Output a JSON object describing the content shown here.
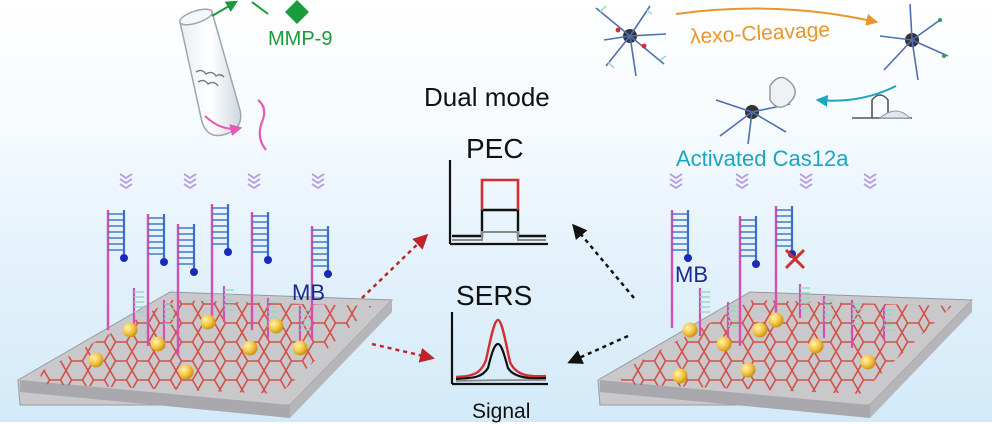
{
  "labels": {
    "mmp": "MMP-9",
    "dual_mode": "Dual mode",
    "cleavage": "λexo-Cleavage",
    "cas": "Activated Cas12a",
    "pec": "PEC",
    "sers": "SERS",
    "signal": "Signal",
    "mb_left": "MB",
    "mb_right": "MB"
  },
  "colors": {
    "substrate_top": "#c9c9cc",
    "graphene": "#d63b2f",
    "gold": "#f5c542",
    "probe_pink": "#d34fb4",
    "probe_blue": "#3a6fc8",
    "probe_mint": "#9ad3c1",
    "mb": "#1a2ab8",
    "pec_red": "#d32f2f",
    "arrow_red": "#c0242a",
    "arrow_black": "#111111",
    "cleavage_orange": "#e8962a",
    "cas_cyan": "#1aa6c1",
    "mmp_green": "#1a9c3c",
    "pink_dna": "#e65ab5"
  }
}
